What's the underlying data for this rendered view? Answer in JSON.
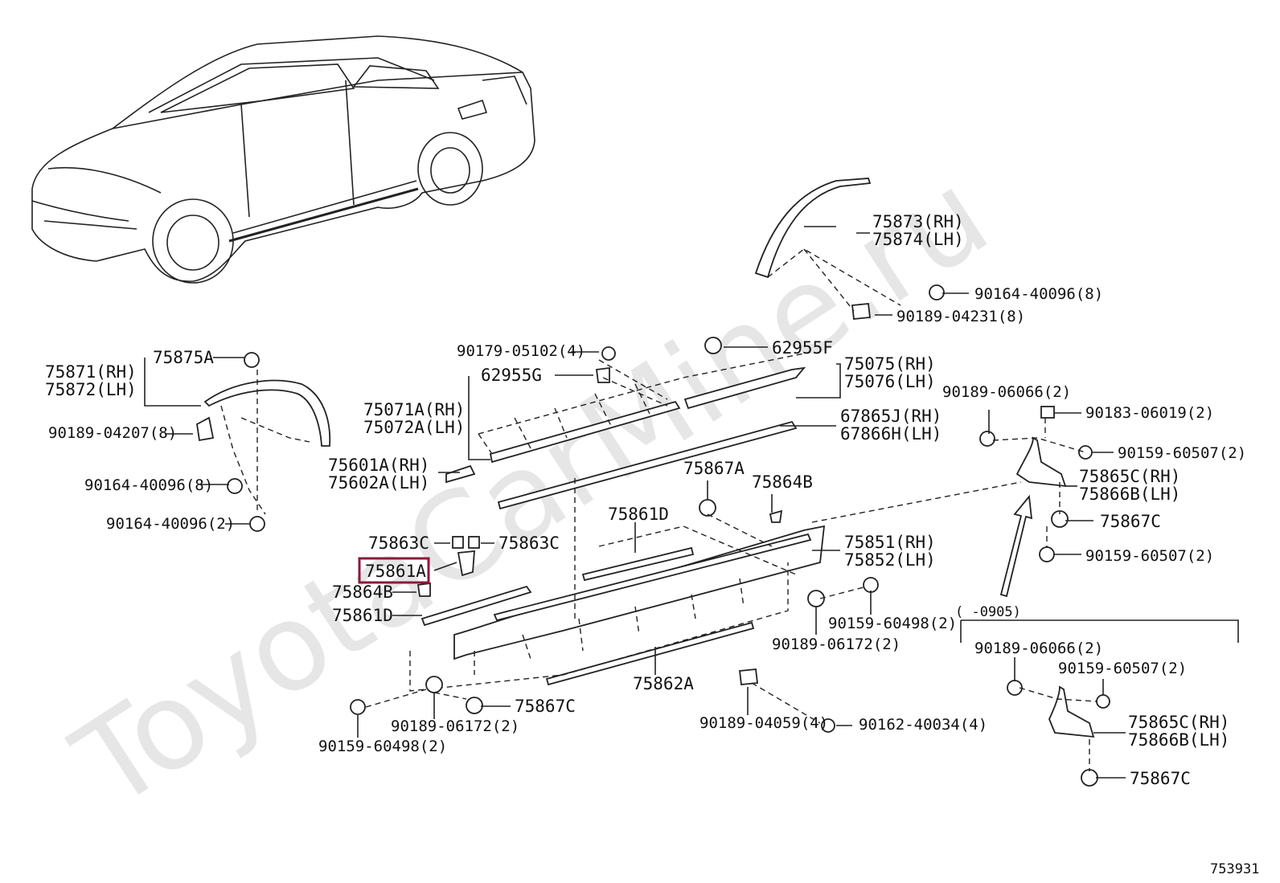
{
  "watermark": "ToyotaCarMine.ru",
  "figure_number": "753931",
  "variant_note": "(      -0905)",
  "highlighted_part": "75861A",
  "labels": {
    "p75873_rh": "75873(RH)",
    "p75874_lh": "75874(LH)",
    "p90164_40096_8_top": "90164-40096(8)",
    "p90189_04231_8": "90189-04231(8)",
    "p62955f": "62955F",
    "p90179_05102_4": "90179-05102(4)",
    "p62955g": "62955G",
    "p75075_rh": "75075(RH)",
    "p75076_lh": "75076(LH)",
    "p75071a_rh": "75071A(RH)",
    "p75072a_lh": "75072A(LH)",
    "p67865j_rh": "67865J(RH)",
    "p67866h_lh": "67866H(LH)",
    "p75601a_rh": "75601A(RH)",
    "p75602a_lh": "75602A(LH)",
    "p75875a": "75875A",
    "p75871_rh": "75871(RH)",
    "p75872_lh": "75872(LH)",
    "p90189_04207_8": "90189-04207(8)",
    "p90164_40096_8": "90164-40096(8)",
    "p90164_40096_2": "90164-40096(2)",
    "p75867a": "75867A",
    "p75864b_top": "75864B",
    "p75861d_top": "75861D",
    "p75863c_left": "75863C",
    "p75863c_right": "75863C",
    "p75861a": "75861A",
    "p75864b": "75864B",
    "p75861d": "75861D",
    "p75851_rh": "75851(RH)",
    "p75852_lh": "75852(LH)",
    "p90159_60498_2_mid": "90159-60498(2)",
    "p90189_06172_2_mid": "90189-06172(2)",
    "p75862a": "75862A",
    "p75867c_mid": "75867C",
    "p90189_06172_2": "90189-06172(2)",
    "p90159_60498_2": "90159-60498(2)",
    "p90189_04059_4": "90189-04059(4)",
    "p90162_40034_4": "90162-40034(4)",
    "p90189_06066_2_top": "90189-06066(2)",
    "p90183_06019_2": "90183-06019(2)",
    "p90159_60507_2_a": "90159-60507(2)",
    "p75865c_rh_top": "75865C(RH)",
    "p75866b_lh_top": "75866B(LH)",
    "p75867c_right": "75867C",
    "p90159_60507_2_b": "90159-60507(2)",
    "p90189_06066_2_bot": "90189-06066(2)",
    "p90159_60507_2_c": "90159-60507(2)",
    "p75865c_rh_bot": "75865C(RH)",
    "p75866b_lh_bot": "75866B(LH)",
    "p75867c_bot": "75867C"
  }
}
